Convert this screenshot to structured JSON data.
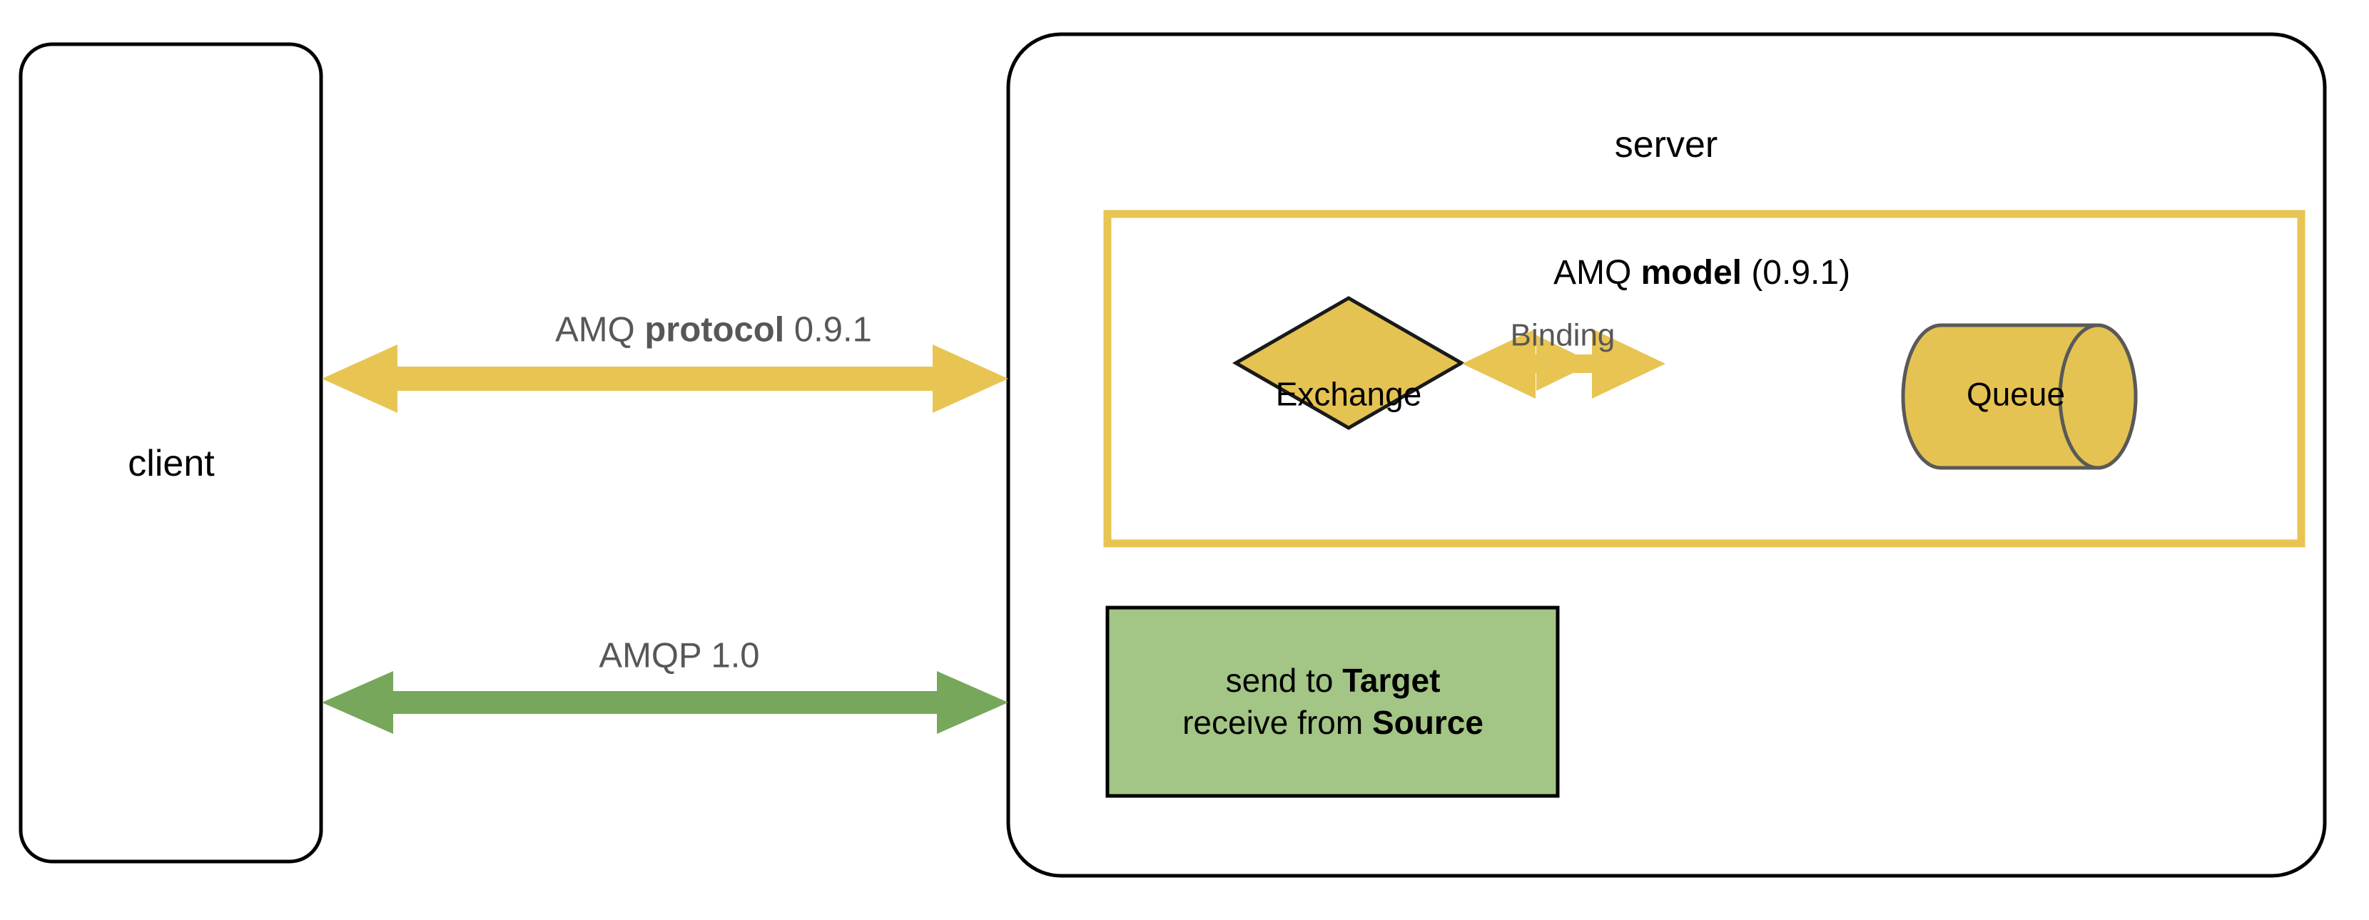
{
  "diagram": {
    "title_client": "client",
    "title_server": "server",
    "colors": {
      "amq_yellow": "#E8C453",
      "amq_yellow_fill": "#E5C352",
      "amqp_green": "#76A75B",
      "green_box_fill": "#A3C585",
      "outline_black": "#000000",
      "outline_gray": "#595959",
      "label_gray": "#575757",
      "background": "#FFFFFF"
    }
  },
  "client_box": {
    "label": "client"
  },
  "server_box": {
    "label": "server"
  },
  "arrows": {
    "protocol": {
      "label_prefix": "AMQ ",
      "label_bold": "protocol",
      "label_suffix": " 0.9.1",
      "direction": "bidirectional",
      "color": "#E8C453"
    },
    "amqp": {
      "label": "AMQP 1.0",
      "direction": "bidirectional",
      "color": "#76A75B"
    },
    "binding": {
      "label": "Binding",
      "direction": "bidirectional",
      "color": "#E8C453"
    }
  },
  "model_box": {
    "label_prefix": "AMQ ",
    "label_bold": "model",
    "label_suffix": " (0.9.1)",
    "border_color": "#E8C453"
  },
  "exchange_node": {
    "label": "Exchange",
    "shape": "diamond",
    "fill": "#E5C352"
  },
  "queue_node": {
    "label": "Queue",
    "shape": "cylinder",
    "fill": "#E5C352"
  },
  "green_box": {
    "line1_prefix": "send to ",
    "line1_bold": "Target",
    "line2_prefix": "receive from ",
    "line2_bold": "Source",
    "fill": "#A3C585"
  }
}
